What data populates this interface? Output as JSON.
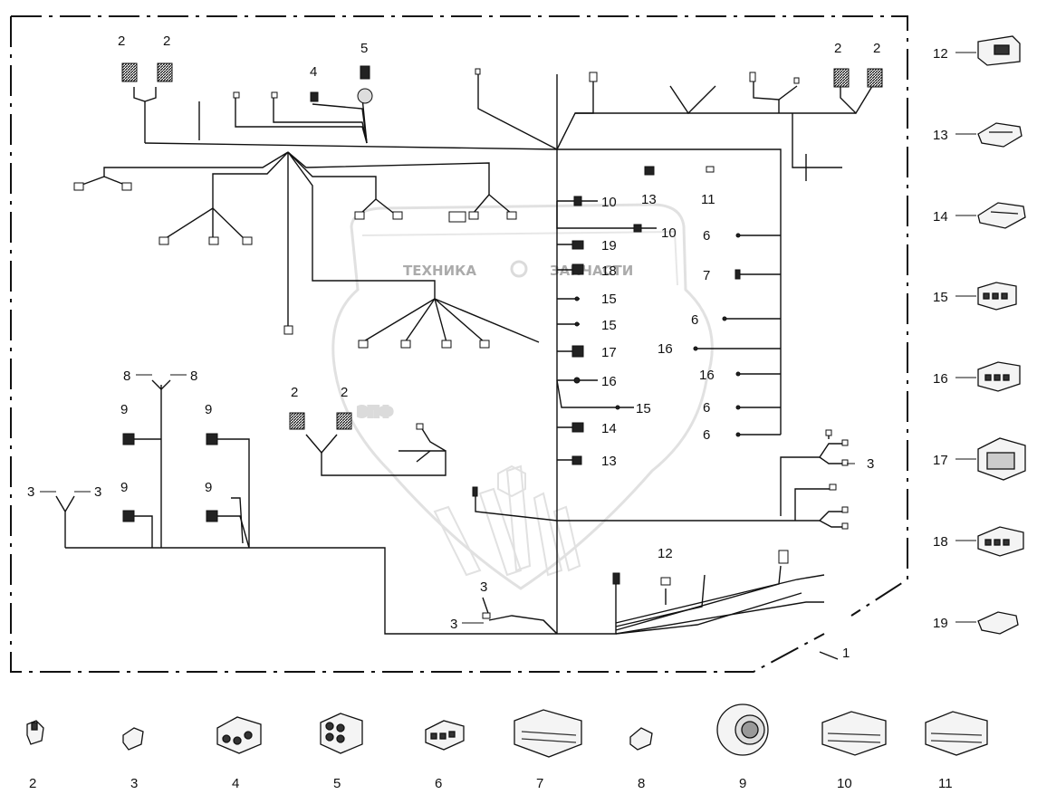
{
  "watermark": {
    "left_word": "ТЕХНИКА",
    "right_word": "ЗАПЧАСТИ",
    "big_letters": "ЭПФ"
  },
  "callouts": {
    "harness": "1",
    "relay_top_left_a": "2",
    "relay_top_left_b": "2",
    "relay_top_right_a": "2",
    "relay_top_right_b": "2",
    "relay_mid_a": "2",
    "relay_mid_b": "2",
    "c4": "4",
    "c5": "5",
    "c13_top": "13",
    "c11_top": "11",
    "c10_a": "10",
    "c10_b": "10",
    "c19": "19",
    "c18": "18",
    "c15_a": "15",
    "c15_b": "15",
    "c15_c": "15",
    "c17": "17",
    "c16_a": "16",
    "c14": "14",
    "c13_mid": "13",
    "c6_a": "6",
    "c7": "7",
    "c6_b": "6",
    "c16_b": "16",
    "c16_c": "16",
    "c6_c": "6",
    "c6_d": "6",
    "c8_a": "8",
    "c8_b": "8",
    "c9_a": "9",
    "c9_b": "9",
    "c9_c": "9",
    "c9_d": "9",
    "c3_a": "3",
    "c3_b": "3",
    "c3_c": "3",
    "c3_d": "3",
    "c3_right": "3",
    "c12_mid": "12"
  },
  "legend_right": [
    "12",
    "13",
    "14",
    "15",
    "16",
    "17",
    "18",
    "19"
  ],
  "legend_bottom": [
    "2",
    "3",
    "4",
    "5",
    "6",
    "7",
    "8",
    "9",
    "10",
    "11"
  ]
}
